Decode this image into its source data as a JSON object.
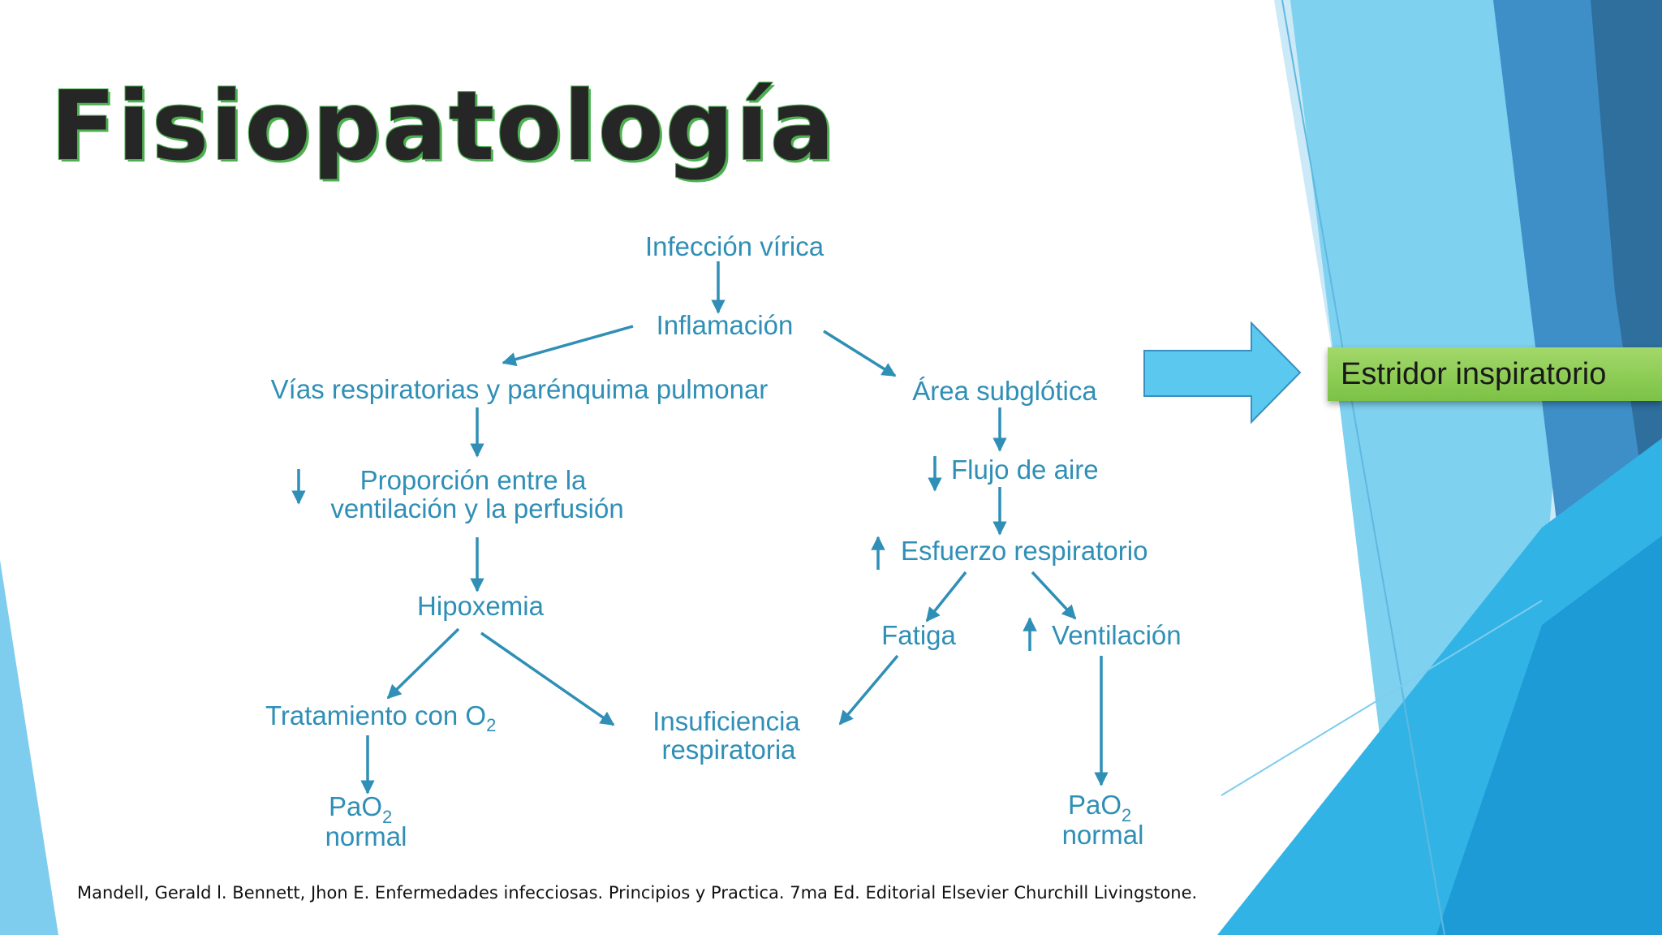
{
  "slide": {
    "title": "Fisiopatología",
    "citation": "Mandell, Gerald l. Bennett, Jhon E. Enfermedades infecciosas. Principios y Practica. 7ma Ed. Editorial Elsevier Churchill Livingstone.",
    "result_label": "Estridor inspiratorio",
    "colors": {
      "diagram_text": "#2f8fb6",
      "title_outline": "#4caf50",
      "big_arrow_fill": "#5ac8ef",
      "result_box": "#8ccc50"
    }
  },
  "diagram": {
    "nodes": {
      "viral_infection": "Infección vírica",
      "inflammation": "Inflamación",
      "airways": "Vías respiratorias y parénquima pulmonar",
      "subglottic": "Área subglótica",
      "vq_line1": "Proporción entre la",
      "vq_line2": "ventilación y la perfusión",
      "down_marker_vq": "↓",
      "airflow": "Flujo de aire",
      "down_marker_airflow": "↓",
      "effort": "Esfuerzo respiratorio",
      "up_marker_effort": "↑",
      "hypoxemia": "Hipoxemia",
      "fatigue": "Fatiga",
      "ventilation": "Ventilación",
      "up_marker_ventilation": "↑",
      "o2_treatment": "Tratamiento con O",
      "o2_sub": "2",
      "failure_line1": "Insuficiencia",
      "failure_line2": "respiratoria",
      "pao2_left": "PaO",
      "pao2_left_sub": "2",
      "normal_left": "normal",
      "pao2_right": "PaO",
      "pao2_right_sub": "2",
      "normal_right": "normal"
    }
  }
}
